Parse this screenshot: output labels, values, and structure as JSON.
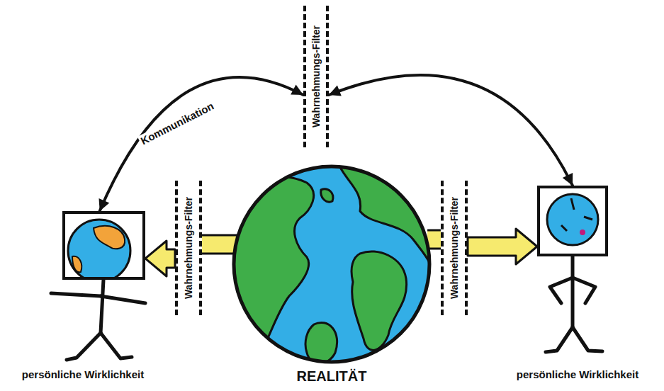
{
  "diagram": {
    "nodes": [
      {
        "text": [
          "Wahrnehmungs-Filter"
        ]
      },
      {
        "text": [
          "persönliche Wirklichkeit"
        ]
      },
      {
        "text": [
          "Wahrnehmungs-Filter"
        ]
      },
      {
        "text": [
          "REALITÄT"
        ]
      },
      {
        "text": [
          "Wahrnehmungs-Filter"
        ]
      },
      {
        "text": [
          "persönliche Wirklichkeit"
        ]
      }
    ],
    "edges": [
      {
        "from": 1,
        "to": 0,
        "arrow": "both",
        "label": "Kommunikation"
      },
      {
        "from": 0,
        "to": 5,
        "arrow": "both"
      },
      {
        "from": 3,
        "to": 2,
        "arrow": "none"
      },
      {
        "from": 2,
        "to": 1,
        "arrow": "to"
      },
      {
        "from": 3,
        "to": 4,
        "arrow": "none"
      },
      {
        "from": 4,
        "to": 5,
        "arrow": "to"
      }
    ]
  }
}
